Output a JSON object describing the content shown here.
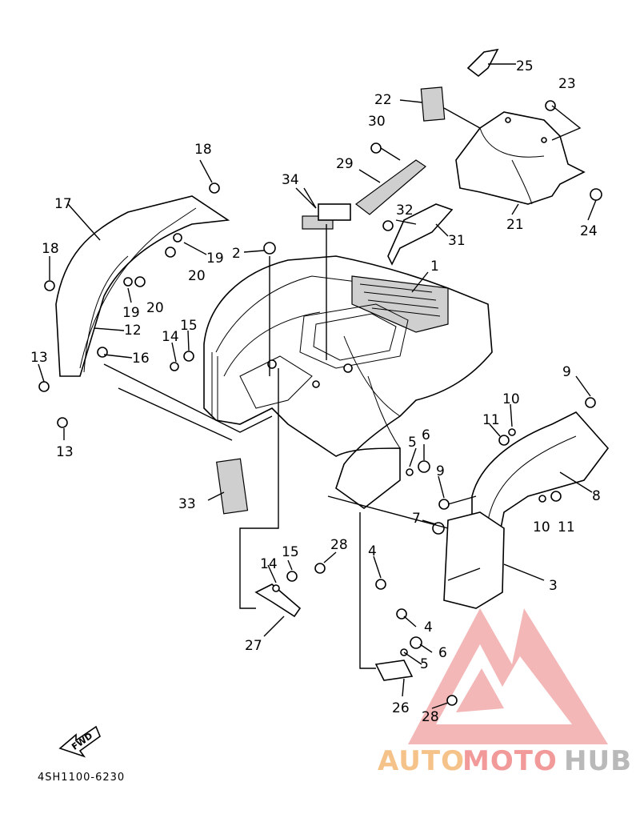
{
  "diagram": {
    "code": "4SH1100-6230",
    "fwd_label": "FWD",
    "callouts": [
      "25",
      "23",
      "22",
      "30",
      "21",
      "24",
      "29",
      "32",
      "31",
      "18",
      "34",
      "17",
      "2",
      "19",
      "20",
      "1",
      "18",
      "19",
      "20",
      "12",
      "15",
      "14",
      "16",
      "13",
      "9",
      "10",
      "11",
      "13",
      "5",
      "6",
      "8",
      "9",
      "33",
      "10",
      "11",
      "7",
      "28",
      "15",
      "14",
      "4",
      "3",
      "4",
      "27",
      "6",
      "5",
      "26",
      "28"
    ]
  },
  "watermark": {
    "part1": "AUTO",
    "part2": "MOTO",
    "part3": "HUB",
    "color_auto": "#f5c38a",
    "color_moto": "#f29a9a",
    "color_hub": "#b9b9b9"
  }
}
